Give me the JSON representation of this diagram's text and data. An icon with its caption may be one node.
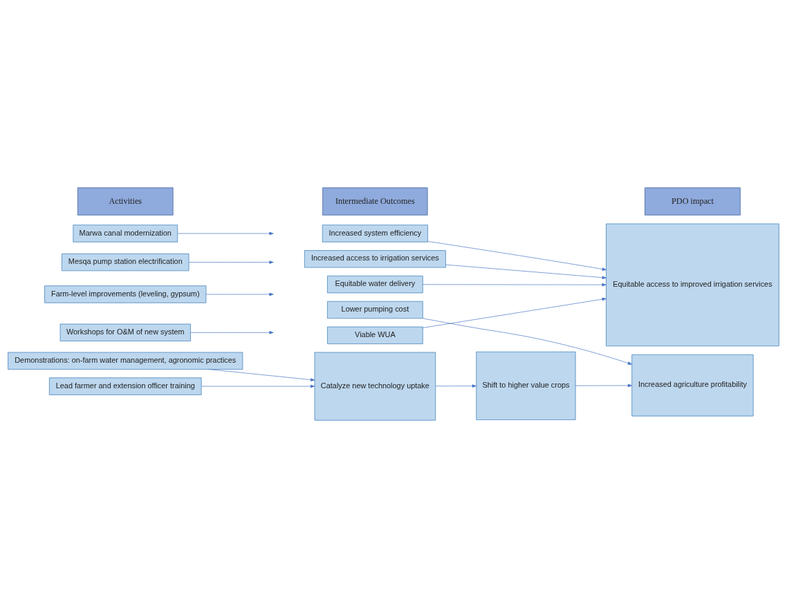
{
  "diagram": {
    "nodes": [
      {
        "text": [
          "Activities"
        ]
      },
      {
        "text": [
          "Intermediate Outcomes"
        ]
      },
      {
        "text": [
          "PDO impact"
        ]
      },
      {
        "text": [
          "Marwa canal modernization"
        ]
      },
      {
        "text": [
          "Mesqa pump station electrification"
        ]
      },
      {
        "text": [
          "Farm-level improvements (leveling, gypsum)"
        ]
      },
      {
        "text": [
          "Workshops for O&M of new system"
        ]
      },
      {
        "text": [
          "Demonstrations: on-farm water management, agronomic practices"
        ]
      },
      {
        "text": [
          "Lead farmer and extension officer training"
        ]
      },
      {
        "text": [
          "Increased system efficiency"
        ]
      },
      {
        "text": [
          "Increased access to irrigation services"
        ]
      },
      {
        "text": [
          "Equitable water delivery"
        ]
      },
      {
        "text": [
          "Lower pumping cost"
        ]
      },
      {
        "text": [
          "Viable WUA"
        ]
      },
      {
        "text": [
          "Catalyze new technology uptake"
        ]
      },
      {
        "text": [
          "Shift to higher value crops"
        ]
      },
      {
        "text": [
          "Equitable access to improved irrigation services"
        ]
      },
      {
        "text": [
          "Increased agriculture profitability"
        ]
      }
    ],
    "edges": [
      {
        "from": 3,
        "to": null,
        "arrow": "to"
      },
      {
        "from": 4,
        "to": null,
        "arrow": "to"
      },
      {
        "from": 5,
        "to": null,
        "arrow": "to"
      },
      {
        "from": 6,
        "to": null,
        "arrow": "to"
      },
      {
        "from": 7,
        "to": 14,
        "arrow": "to"
      },
      {
        "from": 8,
        "to": 14,
        "arrow": "to"
      },
      {
        "from": 14,
        "to": 15,
        "arrow": "to"
      },
      {
        "from": 9,
        "to": 16,
        "arrow": "to"
      },
      {
        "from": 10,
        "to": 16,
        "arrow": "to"
      },
      {
        "from": 11,
        "to": 16,
        "arrow": "to"
      },
      {
        "from": 13,
        "to": 16,
        "arrow": "to"
      },
      {
        "from": 12,
        "to": 17,
        "arrow": "to"
      },
      {
        "from": 15,
        "to": 17,
        "arrow": "to"
      }
    ]
  }
}
